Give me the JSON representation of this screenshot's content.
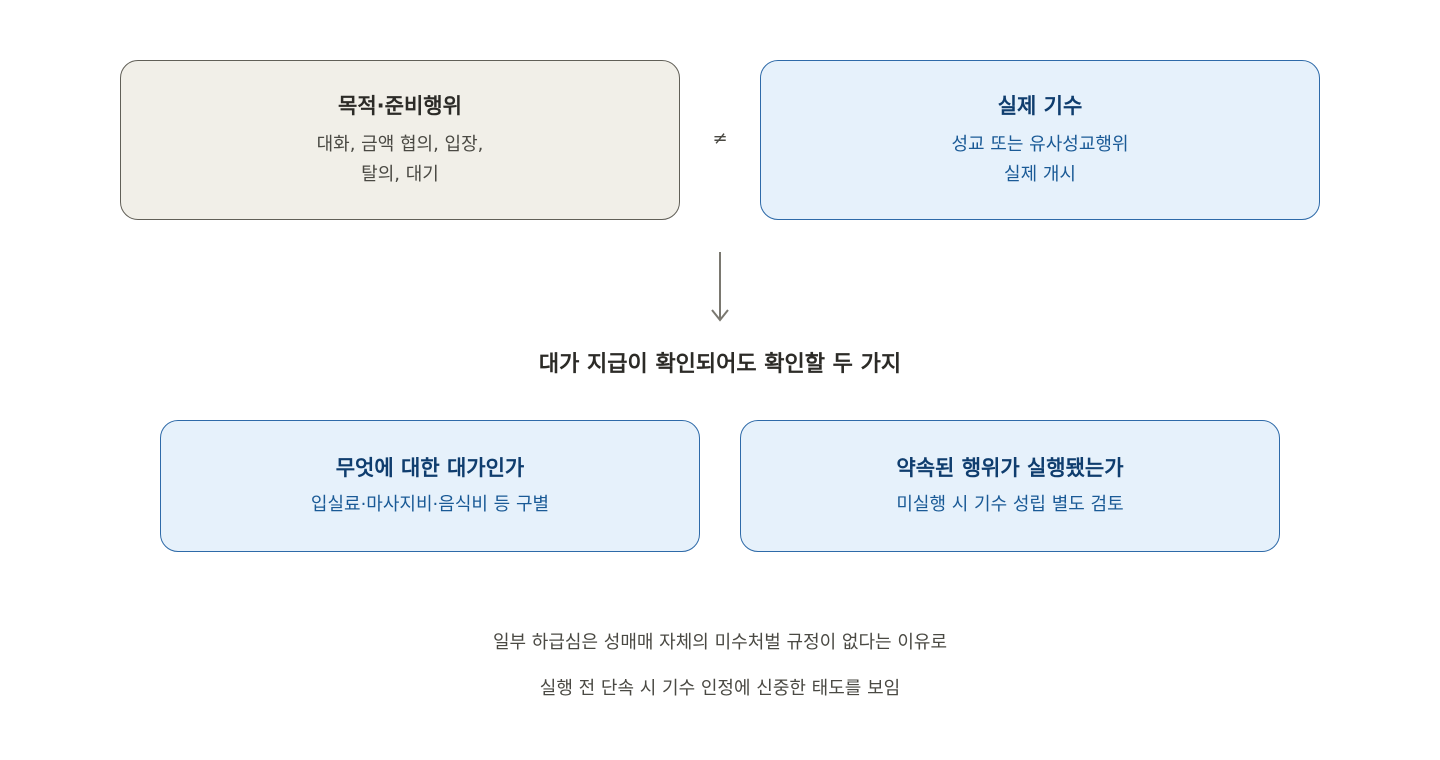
{
  "top_left": {
    "title": "목적·준비행위",
    "lines": [
      "대화, 금액 협의, 입장,",
      "탈의, 대기"
    ]
  },
  "not_equal_symbol": "≠",
  "top_right": {
    "title": "실제 기수",
    "lines": [
      "성교 또는 유사성교행위",
      "실제 개시"
    ]
  },
  "middle_heading": "대가 지급이 확인되어도 확인할 두 가지",
  "bottom_left": {
    "title": "무엇에 대한 대가인가",
    "line": "입실료·마사지비·음식비 등 구별"
  },
  "bottom_right": {
    "title": "약속된 행위가 실행됐는가",
    "line": "미실행 시 기수 성립 별도 검토"
  },
  "note": {
    "lines": [
      "일부 하급심은 성매매 자체의 미수처벌 규정이 없다는 이유로",
      "실행 전 단속 시 기수 인정에 신중한 태도를 보임"
    ]
  },
  "colors": {
    "gray_box_fill": "#f1efe8",
    "gray_box_border": "#615f57",
    "blue_box_fill": "#e6f1fb",
    "blue_box_border": "#2e6aa8",
    "blue_text": "#1a5a96",
    "arrow": "#7a7870"
  }
}
